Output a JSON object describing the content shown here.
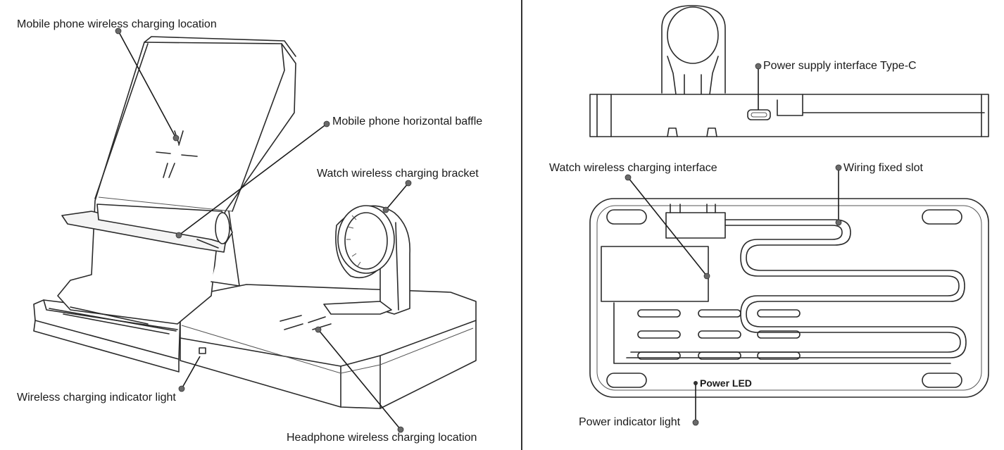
{
  "labels": {
    "phone_charging_location": "Mobile phone wireless charging location",
    "phone_baffle": "Mobile phone horizontal baffle",
    "watch_bracket": "Watch wireless charging bracket",
    "indicator_light": "Wireless charging indicator light",
    "headphone_location": "Headphone wireless charging location",
    "power_interface": "Power supply interface Type-C",
    "watch_interface": "Watch wireless charging interface",
    "wiring_slot": "Wiring fixed slot",
    "power_indicator": "Power indicator light",
    "power_led_engraving": "Power LED"
  },
  "colors": {
    "line": "#2a2a2a",
    "pointer_dot": "#6a6a6a",
    "divider": "#333333"
  }
}
